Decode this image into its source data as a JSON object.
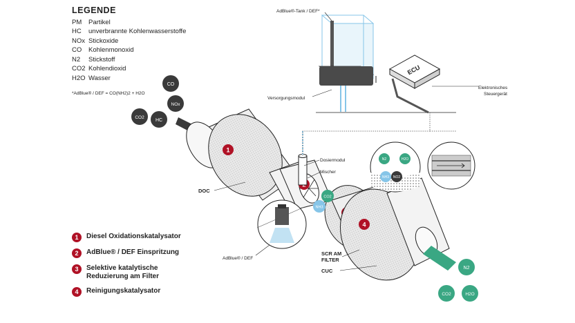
{
  "legend": {
    "title": "LEGENDE",
    "items": [
      {
        "abbr": "PM",
        "desc": "Partikel"
      },
      {
        "abbr": "HC",
        "desc": "unverbrannte Kohlenwasserstoffe"
      },
      {
        "abbr": "NOx",
        "desc": "Stickoxide"
      },
      {
        "abbr": "CO",
        "desc": "Kohlenmonoxid"
      },
      {
        "abbr": "N2",
        "desc": "Stickstoff"
      },
      {
        "abbr": "CO2",
        "desc": "Kohlendioxid"
      },
      {
        "abbr": "H2O",
        "desc": "Wasser"
      }
    ],
    "note": "*AdBlue® / DEF = CO(NH2)2 + H2O"
  },
  "steps": [
    {
      "num": "1",
      "label": "Diesel Oxidationskatalysator"
    },
    {
      "num": "2",
      "label": "AdBlue® / DEF Einspritzung"
    },
    {
      "num": "3",
      "label": "Selektive katalytische Reduzierung am Filter"
    },
    {
      "num": "4",
      "label": "Reinigungskatalysator"
    }
  ],
  "labels": {
    "tank": "AdBlue®-Tank / DEF*",
    "supply_module": "Versorgungsmodul",
    "ecu": "ECU",
    "ecu_desc_1": "Elektronisches",
    "ecu_desc_2": "Steuergerät",
    "dosing_module": "Dosiermodul",
    "mixer": "Mischer",
    "doc": "DOC",
    "scr_1": "SCR AM",
    "scr_2": "FILTER",
    "cuc": "CUC",
    "adblue": "AdBlue® / DEF"
  },
  "bubbles": {
    "inlet": [
      "CO",
      "NOx",
      "CO2",
      "HC"
    ],
    "outlet": [
      "N2",
      "CO2",
      "H2O"
    ],
    "mixer": [
      "CO2",
      "NH3"
    ],
    "detail": [
      "N2",
      "H2O",
      "NH3",
      "NO2"
    ]
  },
  "colors": {
    "accent": "#b01226",
    "gas": "#3aa783",
    "ammonia": "#86c5e8",
    "soot": "#3a3a3a"
  }
}
